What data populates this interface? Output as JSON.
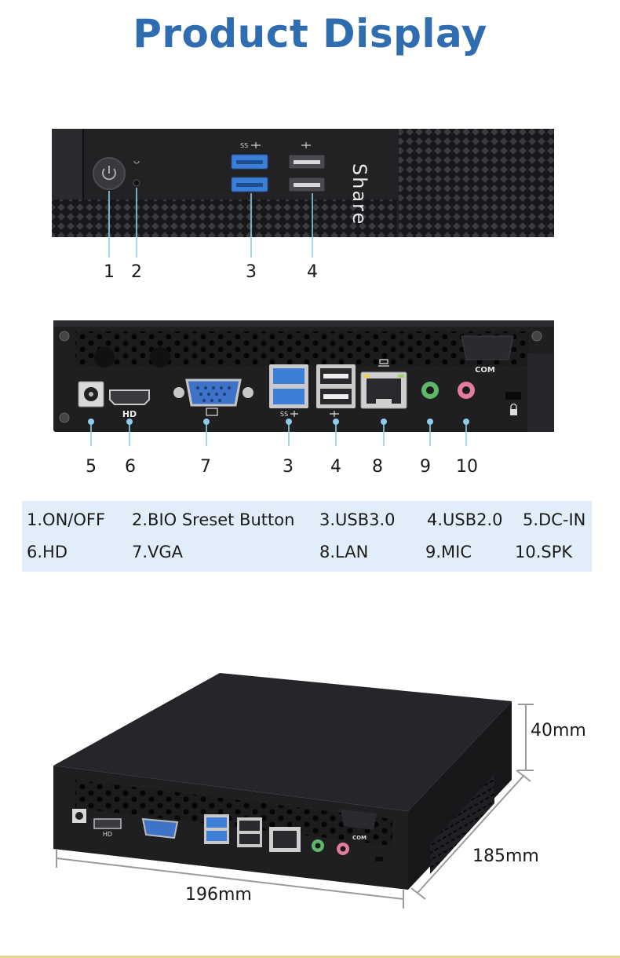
{
  "title": "Product Display",
  "brand": "Share",
  "port_text": {
    "usb3_mark": "SS",
    "hd_label": "HD",
    "com_label": "COM"
  },
  "front_callouts": [
    "1",
    "2",
    "3",
    "4"
  ],
  "rear_callouts": [
    "5",
    "6",
    "7",
    "3",
    "4",
    "8",
    "9",
    "10"
  ],
  "legend": [
    "1.ON/OFF",
    "2.BIO Sreset Button",
    "3.USB3.0",
    "4.USB2.0",
    "5.DC-IN",
    "6.HD",
    "7.VGA",
    "8.LAN",
    "9.MIC",
    "10.SPK"
  ],
  "dimensions": {
    "height": "40mm",
    "depth": "185mm",
    "width": "196mm"
  },
  "colors": {
    "title": "#2f6db0",
    "legend_bg": "#e1eefa",
    "callout_line": "#8fcde6",
    "chassis": "#1d1d1f",
    "usb3_blue": "#3d7fd6",
    "mic_green": "#5fb86a",
    "spk_pink": "#e47ca0"
  }
}
